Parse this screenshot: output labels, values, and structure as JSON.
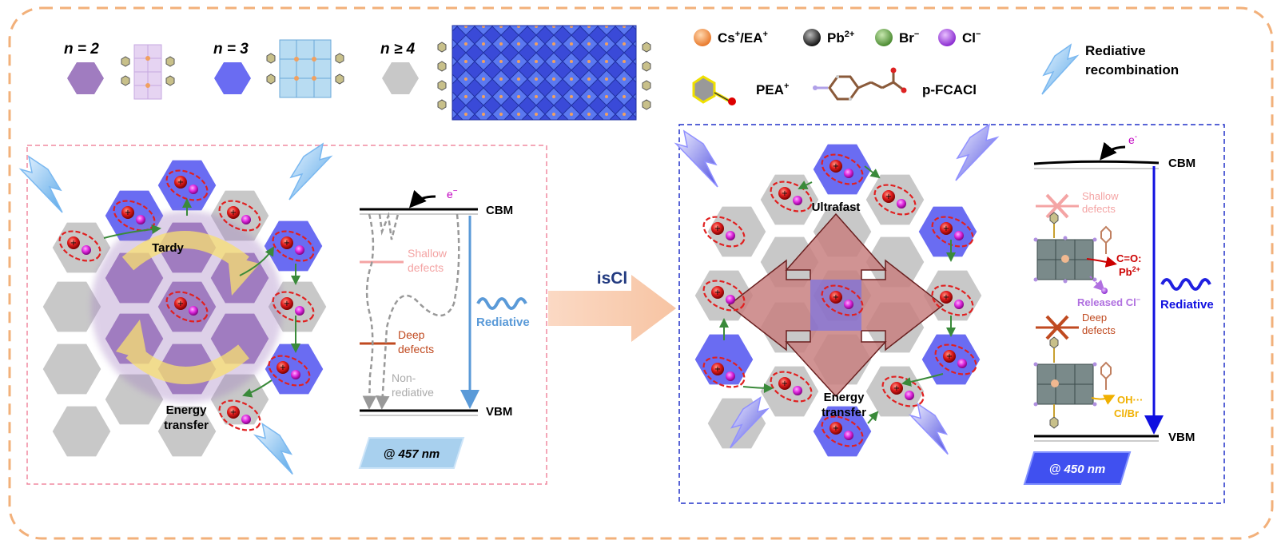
{
  "legend": {
    "n2": "n = 2",
    "n3": "n = 3",
    "n4": "n ≥ 4",
    "cs": "Cs",
    "cs_sup": "+",
    "cs_rest": "/EA",
    "cs_sup2": "+",
    "pb": "Pb",
    "pb_sup": "2+",
    "br": "Br",
    "br_sup": "−",
    "cl": "Cl",
    "cl_sup": "−",
    "pea": "PEA",
    "pea_sup": "+",
    "fcacl": "p-FCACl",
    "recomb1": "Rediative",
    "recomb2": "recombination"
  },
  "left_panel": {
    "tardy": "Tardy",
    "energy1": "Energy",
    "energy2": "transfer",
    "electron": "e",
    "electron_sup": "−",
    "cbm": "CBM",
    "vbm": "VBM",
    "shallow1": "Shallow",
    "shallow2": "defects",
    "deep1": "Deep",
    "deep2": "defects",
    "nonrad1": "Non-",
    "nonrad2": "rediative",
    "rediative": "Rediative",
    "wavelength": "@ 457 nm"
  },
  "arrow_label": "isCl",
  "right_panel": {
    "ultrafast": "Ultrafast",
    "energy1": "Energy",
    "energy2": "transfer",
    "electron": "e",
    "electron_sup": "-",
    "cbm": "CBM",
    "vbm": "VBM",
    "shallow1": "Shallow",
    "shallow2": "defects",
    "co1": "C=O:",
    "co2": "Pb",
    "co2_sup": "2+",
    "released": "Released Cl",
    "released_sup": "−",
    "deep1": "Deep",
    "deep2": "defects",
    "oh1": "OH···",
    "oh2": "Cl",
    "oh2_rest": "/Br",
    "rediative": "Rediative",
    "wavelength": "@ 450 nm"
  },
  "colors": {
    "n2": "#a07cc0",
    "n3": "#6a6cf2",
    "n4": "#c8c8c8",
    "frame_orange": "#f2b07a",
    "left_box": "#f08aa0",
    "right_box": "#2030c8"
  }
}
